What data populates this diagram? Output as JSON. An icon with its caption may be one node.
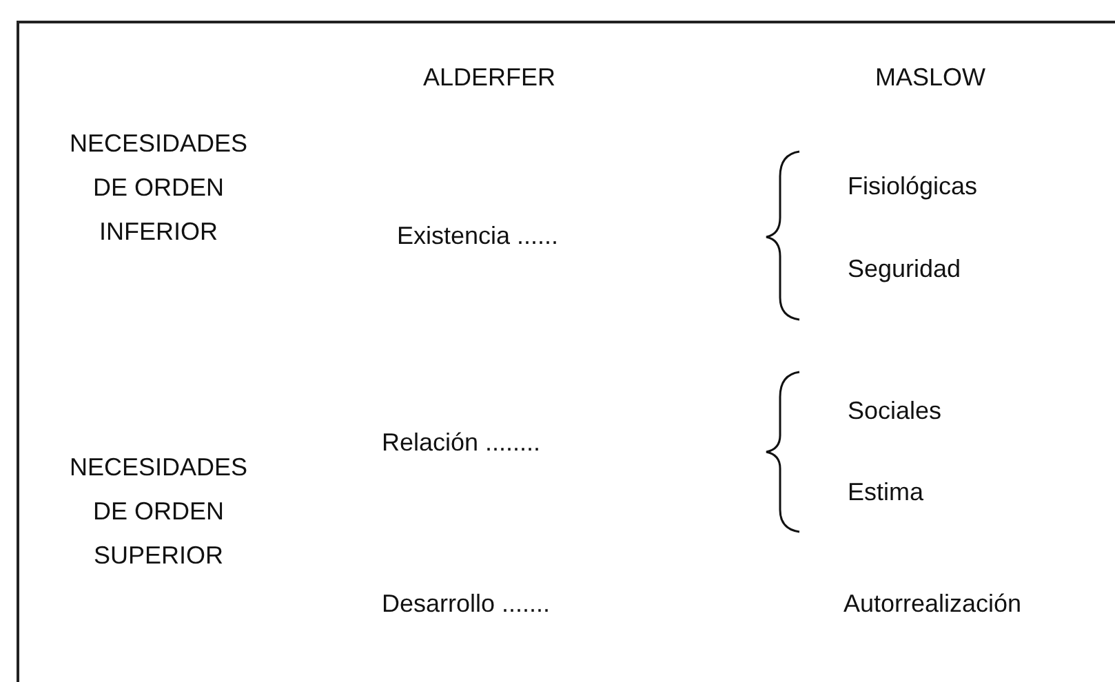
{
  "diagram": {
    "labels": [
      "ALDERFER",
      "MASLOW",
      "NECESIDADES DE ORDEN INFERIOR",
      "Existencia ......",
      "Fisiológicas",
      "Seguridad",
      "Sociales",
      "Relación ........",
      "NECESIDADES DE ORDEN SUPERIOR",
      "Estima",
      "Desarrollo .......",
      "Autorrealización"
    ]
  }
}
